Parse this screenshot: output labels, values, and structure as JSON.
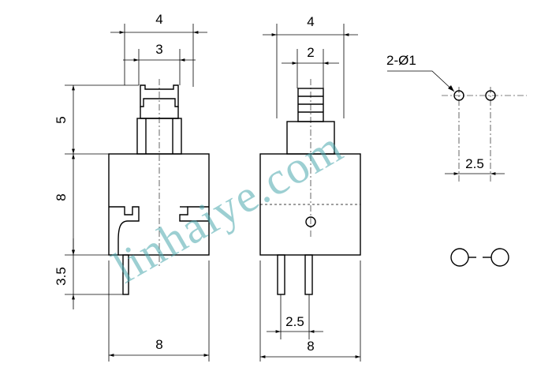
{
  "dims": {
    "side_top_width": "4",
    "side_stem_width": "3",
    "side_stem_height": "5",
    "side_body_height": "8",
    "side_pin_length": "3.5",
    "side_bottom_width": "8",
    "front_top_width": "4",
    "front_stem_width": "2",
    "front_pin_spacing": "2.5",
    "front_bottom_width": "8",
    "hole_spacing": "2.5"
  },
  "callout": {
    "holes": "2-Ø1"
  },
  "watermark": "linhaiye.com",
  "colors": {
    "line": "#000000",
    "watermark": "#4aa7ad"
  }
}
